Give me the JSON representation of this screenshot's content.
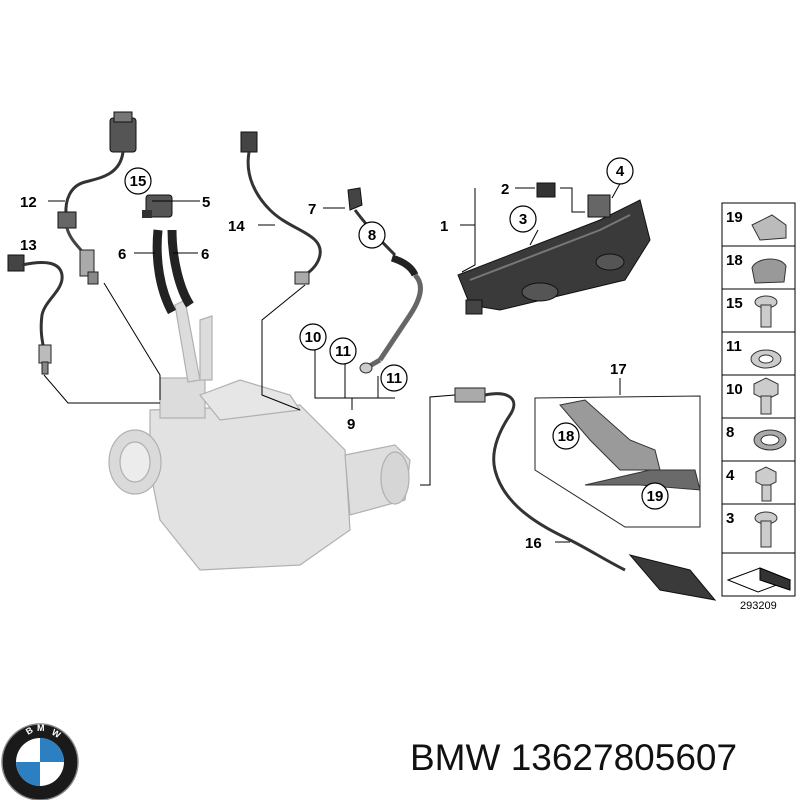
{
  "callouts": {
    "c1": "1",
    "c2": "2",
    "c3": "3",
    "c4": "4",
    "c5": "5",
    "c6a": "6",
    "c6b": "6",
    "c7": "7",
    "c8": "8",
    "c9": "9",
    "c10": "10",
    "c11a": "11",
    "c11b": "11",
    "c12": "12",
    "c13": "13",
    "c14": "14",
    "c15": "15",
    "c16": "16",
    "c17": "17",
    "c18": "18",
    "c19": "19"
  },
  "legend": {
    "items": [
      {
        "label": "19",
        "icon": "clip-icon"
      },
      {
        "label": "18",
        "icon": "clamp-icon"
      },
      {
        "label": "15",
        "icon": "torx-screw-icon"
      },
      {
        "label": "11",
        "icon": "washer-icon"
      },
      {
        "label": "10",
        "icon": "banjo-bolt-icon"
      },
      {
        "label": "8",
        "icon": "hose-clamp-icon"
      },
      {
        "label": "4",
        "icon": "hex-bolt-icon"
      },
      {
        "label": "3",
        "icon": "torx-screw-icon"
      }
    ]
  },
  "diagram_ref": "293209",
  "footer": {
    "brand_logo": "BMW",
    "text": "BMW 13627805607"
  }
}
